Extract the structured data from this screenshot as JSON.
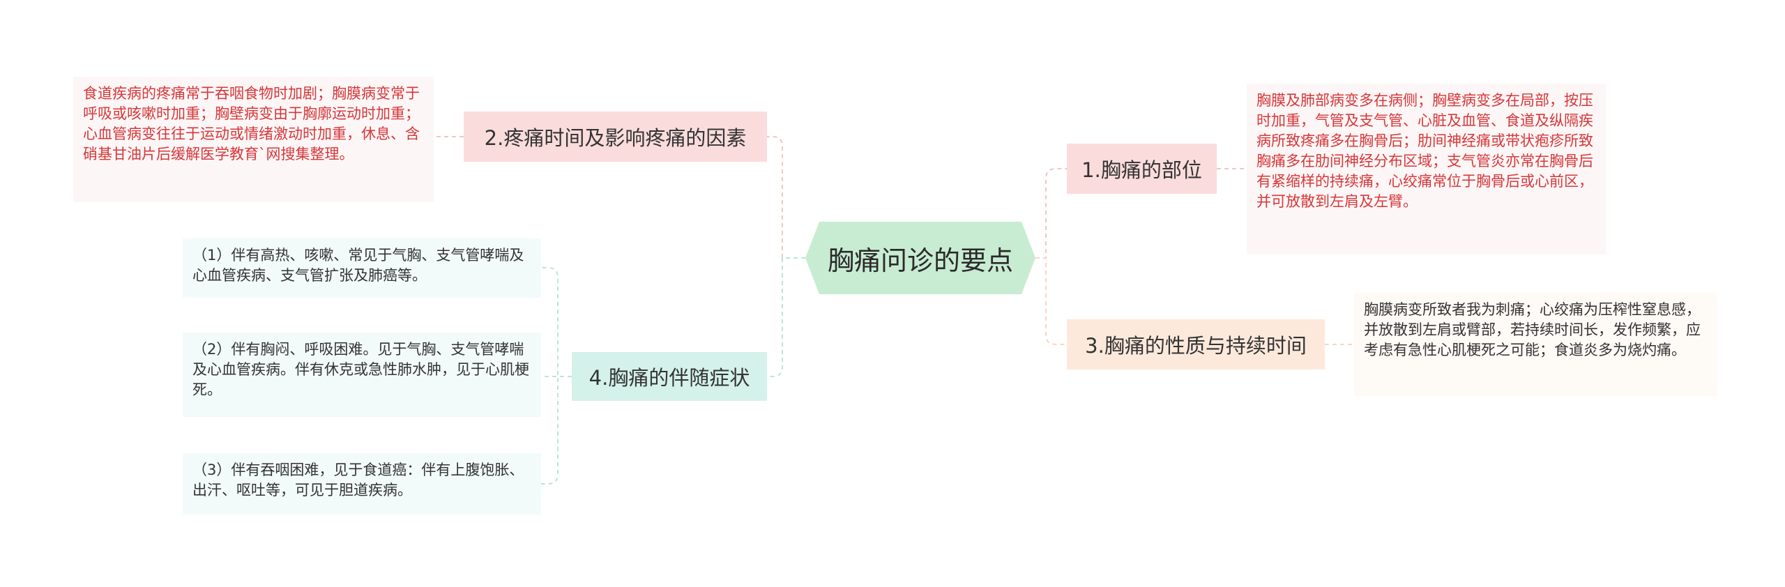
{
  "center": {
    "title": "胸痛问诊的要点"
  },
  "topics": [
    {
      "label": "1.胸痛的部位",
      "notes": [
        "胸膜及肺部病变多在病侧；胸壁病变多在局部，按压时加重，气管及支气管、心脏及血管、食道及纵隔疾病所致疼痛多在胸骨后；肋间神经痛或带状疱疹所致胸痛多在肋间神经分布区域；支气管炎亦常在胸骨后有紧缩样的持续痛，心绞痛常位于胸骨后或心前区，并可放散到左肩及左臂。"
      ]
    },
    {
      "label": "2.疼痛时间及影响疼痛的因素",
      "notes": [
        "食道疾病的疼痛常于吞咽食物时加剧；胸膜病变常于呼吸或咳嗽时加重；胸壁病变由于胸廓运动时加重；心血管病变往往于运动或情绪激动时加重，休息、含硝基甘油片后缓解医学教育`网搜集整理。"
      ]
    },
    {
      "label": "3.胸痛的性质与持续时间",
      "notes": [
        "胸膜病变所致者我为刺痛；心绞痛为压榨性窒息感，并放散到左肩或臂部，若持续时间长，发作频繁，应考虑有急性心肌梗死之可能；食道炎多为烧灼痛。"
      ]
    },
    {
      "label": "4.胸痛的伴随症状",
      "notes": [
        "（1）伴有高热、咳嗽、常见于气胸、支气管哮喘及心血管疾病、支气管扩张及肺癌等。",
        "（2）伴有胸闷、呼吸困难。见于气胸、支气管哮喘及心血管疾病。伴有休克或急性肺水肿，见于心肌梗死。",
        "（3）伴有吞咽困难，见于食道癌：伴有上腹饱胀、出汗、呕吐等，可见于胆道疾病。"
      ]
    }
  ],
  "colors": {
    "center": "#c8ecd2",
    "topic1": "#fbdcdc",
    "topic2": "#fbdcdc",
    "topic3": "#fde9dc",
    "topic4": "#d4f1ea",
    "note_red_text": "#d6373a"
  }
}
